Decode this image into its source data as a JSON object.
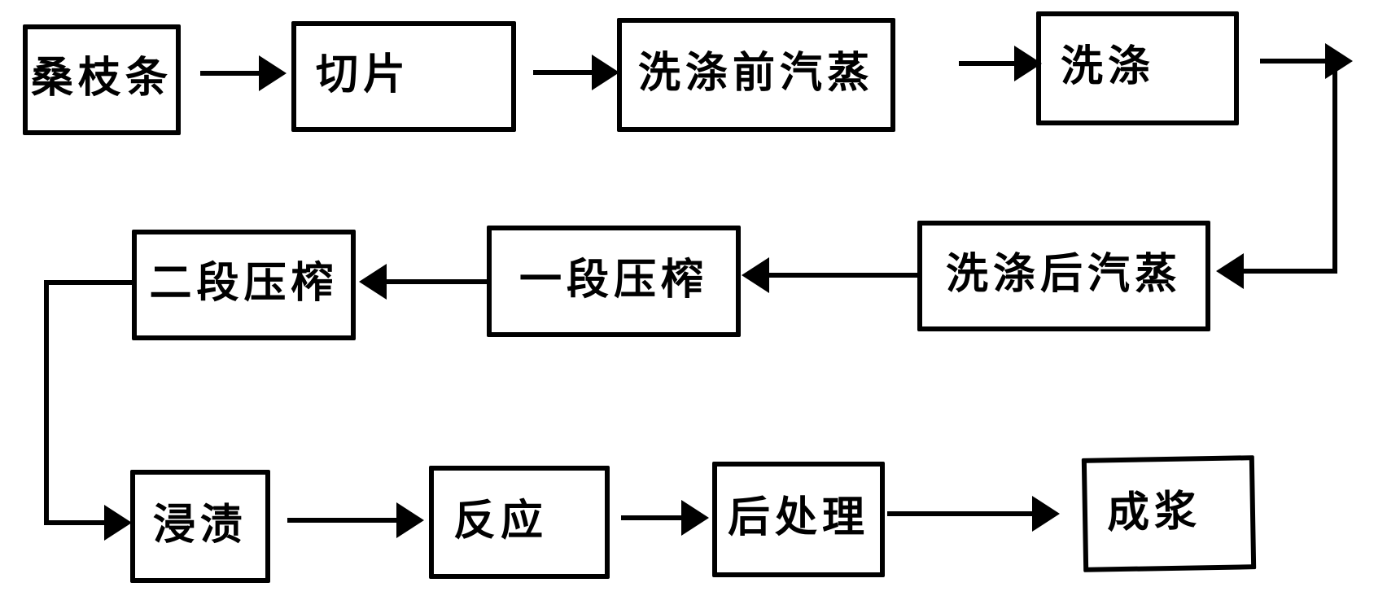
{
  "diagram": {
    "type": "flowchart",
    "background_color": "#ffffff",
    "stroke_color": "#000000",
    "nodes": [
      {
        "id": "mulberry-branches",
        "label": "桑枝条"
      },
      {
        "id": "slicing",
        "label": "切片"
      },
      {
        "id": "pre-wash-steaming",
        "label": "洗涤前汽蒸"
      },
      {
        "id": "washing",
        "label": "洗涤"
      },
      {
        "id": "post-wash-steaming",
        "label": "洗涤后汽蒸"
      },
      {
        "id": "first-stage-pressing",
        "label": "一段压榨"
      },
      {
        "id": "second-stage-pressing",
        "label": "二段压榨"
      },
      {
        "id": "impregnation",
        "label": "浸渍"
      },
      {
        "id": "reaction",
        "label": "反应"
      },
      {
        "id": "post-treatment",
        "label": "后处理"
      },
      {
        "id": "pulp-formation",
        "label": "成浆"
      }
    ],
    "edges": [
      {
        "from": "桑枝条",
        "to": "切片"
      },
      {
        "from": "切片",
        "to": "洗涤前汽蒸"
      },
      {
        "from": "洗涤前汽蒸",
        "to": "洗涤"
      },
      {
        "from": "洗涤",
        "to": "洗涤后汽蒸"
      },
      {
        "from": "洗涤后汽蒸",
        "to": "一段压榨"
      },
      {
        "from": "一段压榨",
        "to": "二段压榨"
      },
      {
        "from": "二段压榨",
        "to": "浸渍"
      },
      {
        "from": "浸渍",
        "to": "反应"
      },
      {
        "from": "反应",
        "to": "后处理"
      },
      {
        "from": "后处理",
        "to": "成浆"
      }
    ]
  }
}
